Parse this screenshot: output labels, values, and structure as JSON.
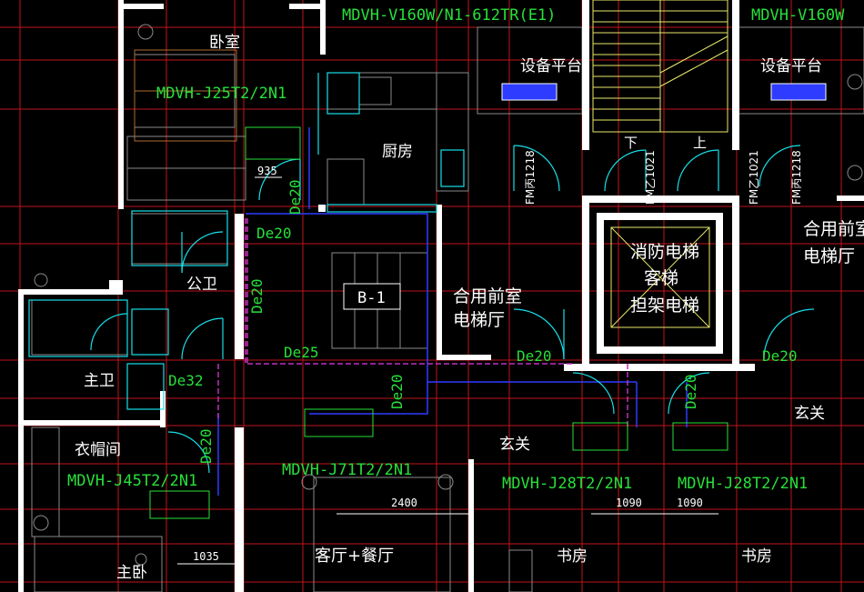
{
  "colors": {
    "background": "#000000",
    "wall": "#ffffff",
    "grid": "#c0141b",
    "furniture": "#8a8a8a",
    "pipe_blue": "#2d3cff",
    "pipe_magenta": "#c030c0",
    "fixture_cyan": "#16e0e8",
    "unit_green": "#27e03a",
    "stair_yellow": "#e8e86a",
    "wood_orange": "#b06a30",
    "label_white": "#ffffff"
  },
  "equipment_labels": {
    "top_left": "MDVH-V160W/N1-612TR(E1)",
    "top_right": "MDVH-V160W",
    "bedroom": "MDVH-J25T2/2N1",
    "living": "MDVH-J71T2/2N1",
    "cloak": "MDVH-J45T2/2N1",
    "study_left": "MDVH-J28T2/2N1",
    "study_right": "MDVH-J28T2/2N1"
  },
  "rooms": {
    "bedroom": "卧室",
    "kitchen": "厨房",
    "public_wc": "公卫",
    "master_wc": "主卫",
    "cloak": "衣帽间",
    "master_bed": "主卧",
    "living": "客厅+餐厅",
    "study_left": "书房",
    "study_right": "书房",
    "foyer_left": "玄关",
    "foyer_right": "玄关",
    "equip_platform_left": "设备平台",
    "equip_platform_right": "设备平台",
    "lobby_left_l1": "合用前室",
    "lobby_left_l2": "电梯厅",
    "lobby_right_l1": "合用前室",
    "lobby_right_l2": "电梯厅",
    "elevator_l1": "消防电梯",
    "elevator_l2": "客梯",
    "elevator_l3": "担架电梯",
    "stair_down": "下",
    "stair_up": "上",
    "table_tag": "B-1"
  },
  "pipes": {
    "de20_a": "De20",
    "de20_b": "De20",
    "de20_c": "De20",
    "de20_d": "De20",
    "de20_e": "De20",
    "de20_f": "De20",
    "de20_g": "De20",
    "de20_h": "De20",
    "de25": "De25",
    "de32": "De32"
  },
  "doors": {
    "fm_left": "FM丙1218",
    "fm_mid_left": "FM乙1021",
    "fm_mid_right": "FM乙1021",
    "fm_right": "FM丙1218"
  },
  "dimensions": {
    "d935": "935",
    "d2400": "2400",
    "d1090_a": "1090",
    "d1090_b": "1090",
    "d1035": "1035"
  }
}
